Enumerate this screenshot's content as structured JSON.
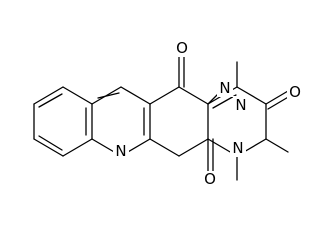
{
  "molecule": {
    "atoms": {
      "o_top": "O",
      "n_top": "N",
      "n_right": "N",
      "o_right": "O",
      "n_bottom": "N",
      "n_pyridine": "N",
      "o_bottom": "O"
    }
  },
  "colors": {
    "bond": "#000000",
    "atom_label": "#000000",
    "background": "#ffffff"
  }
}
